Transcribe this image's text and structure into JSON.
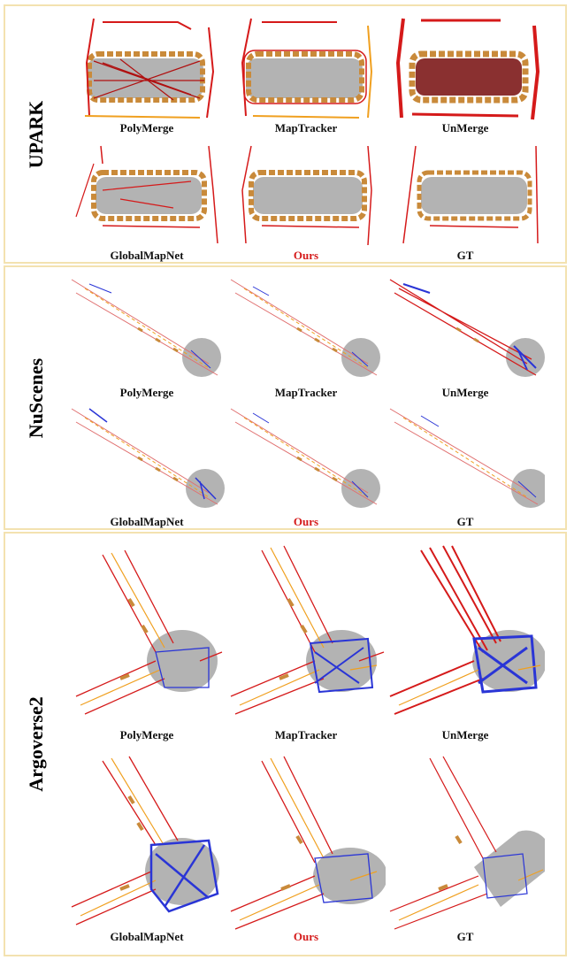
{
  "panels": [
    {
      "label": "UPARK",
      "captions": [
        "PolyMerge",
        "MapTracker",
        "UnMerge",
        "GlobalMapNet",
        "Ours",
        "GT"
      ]
    },
    {
      "label": "NuScenes",
      "captions": [
        "PolyMerge",
        "MapTracker",
        "UnMerge",
        "GlobalMapNet",
        "Ours",
        "GT"
      ]
    },
    {
      "label": "Argoverse2",
      "captions": [
        "PolyMerge",
        "MapTracker",
        "UnMerge",
        "GlobalMapNet",
        "Ours",
        "GT"
      ]
    }
  ],
  "highlight_caption": "Ours",
  "colors": {
    "border": "#f3e2b0",
    "boundary": "#d51a1a",
    "divider": "#f0a020",
    "crossing": "#2a35d6",
    "drivable": "#b3b3b3",
    "car": "#c98a3a"
  }
}
